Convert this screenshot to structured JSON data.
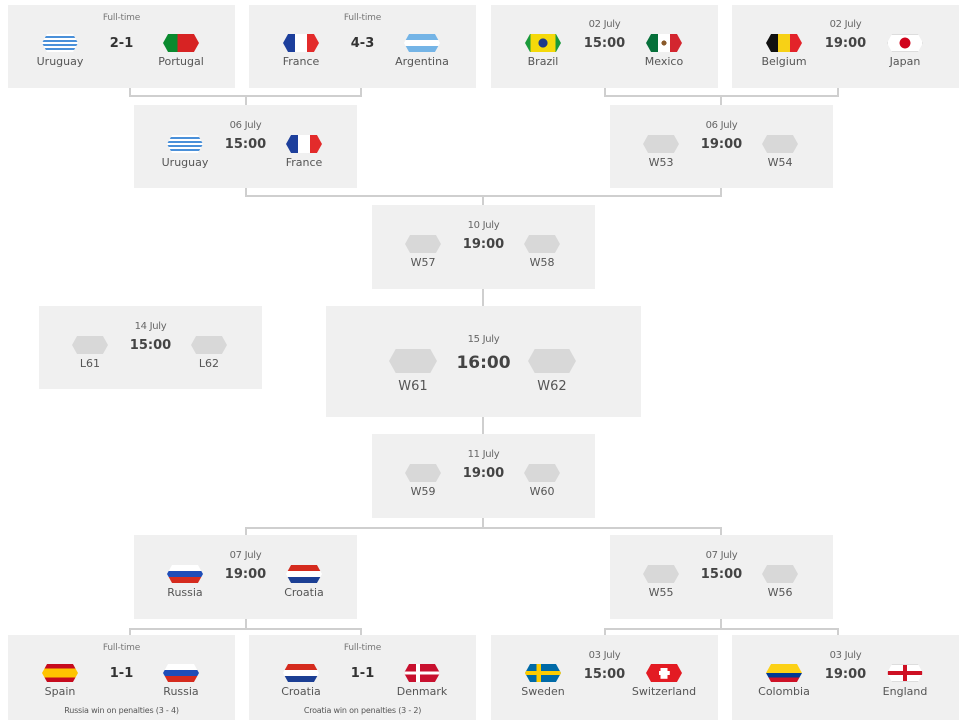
{
  "matches": {
    "r16_1": {
      "status": "Full-time",
      "score": "2-1",
      "home": {
        "name": "Uruguay",
        "flag": "uruguay-flag-icon"
      },
      "away": {
        "name": "Portugal",
        "flag": "portugal-flag-icon"
      }
    },
    "r16_2": {
      "status": "Full-time",
      "score": "4-3",
      "home": {
        "name": "France",
        "flag": "france-flag-icon"
      },
      "away": {
        "name": "Argentina",
        "flag": "argentina-flag-icon"
      }
    },
    "r16_3": {
      "date": "02 July",
      "time": "15:00",
      "home": {
        "name": "Brazil",
        "flag": "brazil-flag-icon"
      },
      "away": {
        "name": "Mexico",
        "flag": "mexico-flag-icon"
      }
    },
    "r16_4": {
      "date": "02 July",
      "time": "19:00",
      "home": {
        "name": "Belgium",
        "flag": "belgium-flag-icon"
      },
      "away": {
        "name": "Japan",
        "flag": "japan-flag-icon"
      }
    },
    "qf_1": {
      "date": "06 July",
      "time": "15:00",
      "home": {
        "name": "Uruguay",
        "flag": "uruguay-flag-icon"
      },
      "away": {
        "name": "France",
        "flag": "france-flag-icon"
      }
    },
    "qf_2": {
      "date": "06 July",
      "time": "19:00",
      "home": {
        "name": "W53",
        "flag": "placeholder-flag-icon"
      },
      "away": {
        "name": "W54",
        "flag": "placeholder-flag-icon"
      }
    },
    "sf_1": {
      "date": "10 July",
      "time": "19:00",
      "home": {
        "name": "W57",
        "flag": "placeholder-flag-icon"
      },
      "away": {
        "name": "W58",
        "flag": "placeholder-flag-icon"
      }
    },
    "third": {
      "date": "14 July",
      "time": "15:00",
      "home": {
        "name": "L61",
        "flag": "placeholder-flag-icon"
      },
      "away": {
        "name": "L62",
        "flag": "placeholder-flag-icon"
      }
    },
    "final": {
      "date": "15 July",
      "time": "16:00",
      "home": {
        "name": "W61",
        "flag": "placeholder-flag-icon"
      },
      "away": {
        "name": "W62",
        "flag": "placeholder-flag-icon"
      }
    },
    "sf_2": {
      "date": "11 July",
      "time": "19:00",
      "home": {
        "name": "W59",
        "flag": "placeholder-flag-icon"
      },
      "away": {
        "name": "W60",
        "flag": "placeholder-flag-icon"
      }
    },
    "qf_3": {
      "date": "07 July",
      "time": "19:00",
      "home": {
        "name": "Russia",
        "flag": "russia-flag-icon"
      },
      "away": {
        "name": "Croatia",
        "flag": "croatia-flag-icon"
      }
    },
    "qf_4": {
      "date": "07 July",
      "time": "15:00",
      "home": {
        "name": "W55",
        "flag": "placeholder-flag-icon"
      },
      "away": {
        "name": "W56",
        "flag": "placeholder-flag-icon"
      }
    },
    "r16_5": {
      "status": "Full-time",
      "score": "1-1",
      "note": "Russia win on penalties (3 - 4)",
      "home": {
        "name": "Spain",
        "flag": "spain-flag-icon"
      },
      "away": {
        "name": "Russia",
        "flag": "russia-flag-icon"
      }
    },
    "r16_6": {
      "status": "Full-time",
      "score": "1-1",
      "note": "Croatia win on penalties (3 - 2)",
      "home": {
        "name": "Croatia",
        "flag": "croatia-flag-icon"
      },
      "away": {
        "name": "Denmark",
        "flag": "denmark-flag-icon"
      }
    },
    "r16_7": {
      "date": "03 July",
      "time": "15:00",
      "home": {
        "name": "Sweden",
        "flag": "sweden-flag-icon"
      },
      "away": {
        "name": "Switzerland",
        "flag": "switzerland-flag-icon"
      }
    },
    "r16_8": {
      "date": "03 July",
      "time": "19:00",
      "home": {
        "name": "Colombia",
        "flag": "colombia-flag-icon"
      },
      "away": {
        "name": "England",
        "flag": "england-flag-icon"
      }
    }
  },
  "colors": {
    "card": "#f0f0f0",
    "connector": "#cfcfcf",
    "placeholder_flag": "#d8d8d8"
  }
}
